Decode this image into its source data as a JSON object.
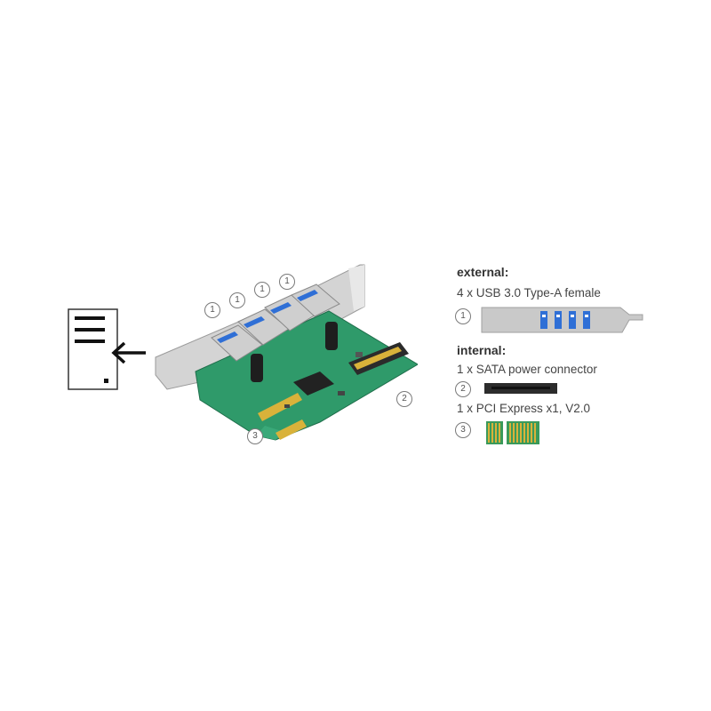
{
  "callouts": {
    "c1": "1",
    "c2": "2",
    "c3": "3"
  },
  "legend": {
    "external_heading": "external:",
    "external_item": "4 x USB 3.0 Type-A female",
    "internal_heading": "internal:",
    "internal_item_1": "1 x SATA power connector",
    "internal_item_2": "1 x PCI Express x1, V2.0"
  },
  "icons": {
    "profile": "low-profile-bracket-icon",
    "arrow": "arrow-left-icon"
  },
  "colors": {
    "pcb": "#2f9a6a",
    "bracket": "#c9c9c9",
    "usb_blue": "#2f6fd6",
    "gold": "#d9b23a"
  }
}
